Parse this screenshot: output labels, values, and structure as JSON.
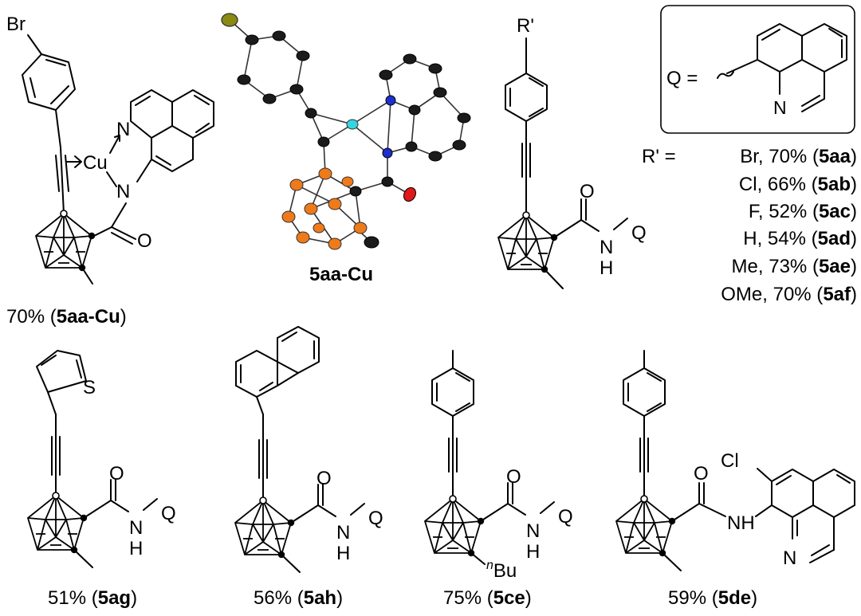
{
  "scheme": {
    "q_box": {
      "q_label": "Q =",
      "n_atom": "N"
    },
    "rprime_header": "R' =",
    "rprime_entries": [
      {
        "group": "Br",
        "yield": "70%",
        "code": "5aa"
      },
      {
        "group": "Cl",
        "yield": "66%",
        "code": "5ab"
      },
      {
        "group": "F",
        "yield": "52%",
        "code": "5ac"
      },
      {
        "group": "H",
        "yield": "54%",
        "code": "5ad"
      },
      {
        "group": "Me",
        "yield": "73%",
        "code": "5ae"
      },
      {
        "group": "OMe",
        "yield": "70%",
        "code": "5af"
      }
    ],
    "cu_complex": {
      "br": "Br",
      "cu": "Cu",
      "n1": "N",
      "n2": "N",
      "o": "O",
      "yield": "70%",
      "code": "5aa-Cu"
    },
    "crystal": {
      "caption": "5aa-Cu"
    },
    "general": {
      "rprime": "R'",
      "o": "O",
      "n": "N",
      "h": "H",
      "q": "Q"
    },
    "products": [
      {
        "code": "5ag",
        "yield": "51%",
        "s": "S",
        "o": "O",
        "n": "N",
        "h": "H",
        "q": "Q"
      },
      {
        "code": "5ah",
        "yield": "56%",
        "o": "O",
        "n": "N",
        "h": "H",
        "q": "Q"
      },
      {
        "code": "5ce",
        "yield": "75%",
        "o": "O",
        "n": "N",
        "h": "H",
        "q": "Q",
        "sub_prefix": "n",
        "sub": "Bu"
      },
      {
        "code": "5de",
        "yield": "59%",
        "cl": "Cl",
        "o": "O",
        "nh": "NH",
        "n": "N"
      }
    ]
  }
}
